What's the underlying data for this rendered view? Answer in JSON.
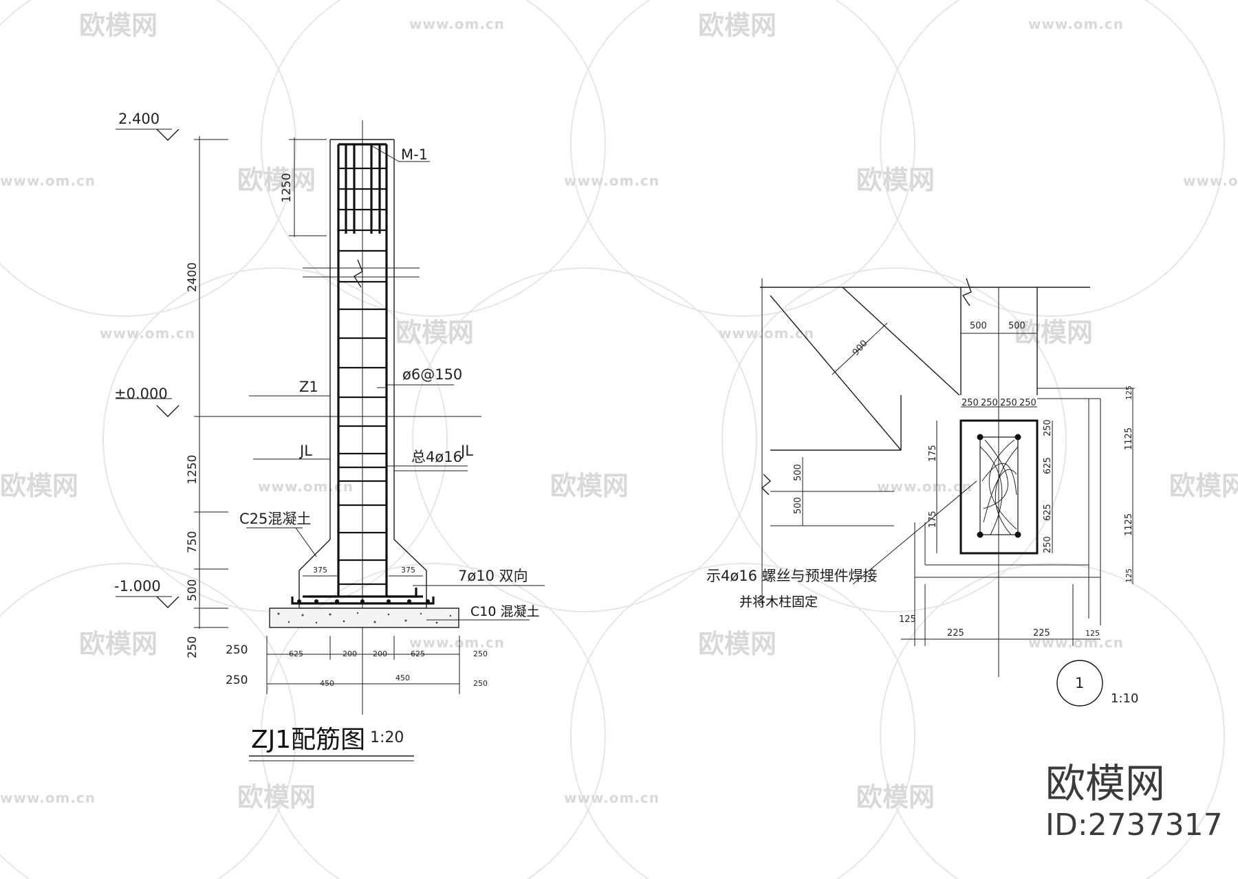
{
  "watermark": {
    "logo_text": "欧模网",
    "url_text": "www.om.cn"
  },
  "left_drawing": {
    "title": "ZJ1配筋图",
    "scale": "1:20",
    "elevations": {
      "top": "2.400",
      "ground": "±0.000",
      "bottom": "-1.000"
    },
    "vertical_dims": {
      "total_above": "2400",
      "top_segment": "1250",
      "mid": "1250",
      "pedestal": "750",
      "footing": "500",
      "base": "250"
    },
    "labels": {
      "m1": "M-1",
      "z1": "Z1",
      "jl_left": "JL",
      "jl_right": "JL",
      "stirrup": "ø6@150",
      "long_bars": "总4ø16",
      "concrete": "C25混凝土",
      "bottom_bars": "7ø10 双向",
      "lean_concrete": "C10 混凝土"
    },
    "plan_dims": {
      "small_375_left": "375",
      "small_375_right": "375",
      "row1": [
        "625",
        "200",
        "200",
        "625"
      ],
      "row1_left": "250",
      "row1_right": "250",
      "row2": [
        "450",
        "450"
      ],
      "row2_left": "250",
      "row2_right": "250"
    }
  },
  "right_drawing": {
    "top_dims": [
      "500",
      "500"
    ],
    "diag_dim": "900",
    "top_small": [
      "250",
      "250",
      "250",
      "250"
    ],
    "right_dims": [
      "125",
      "1125",
      "1125",
      "125"
    ],
    "inner_right": [
      "250",
      "625",
      "625",
      "250"
    ],
    "left_small": [
      "175",
      "175"
    ],
    "left_dims": [
      "500",
      "500"
    ],
    "bottom_dims": [
      "125",
      "225",
      "225",
      "125"
    ],
    "note_line1": "示4ø16 螺丝与预埋件焊接",
    "note_line2": "并将木柱固定",
    "detail_no": "1",
    "scale": "1:10"
  },
  "brand": {
    "name": "欧模网",
    "id": "ID:2737317"
  }
}
